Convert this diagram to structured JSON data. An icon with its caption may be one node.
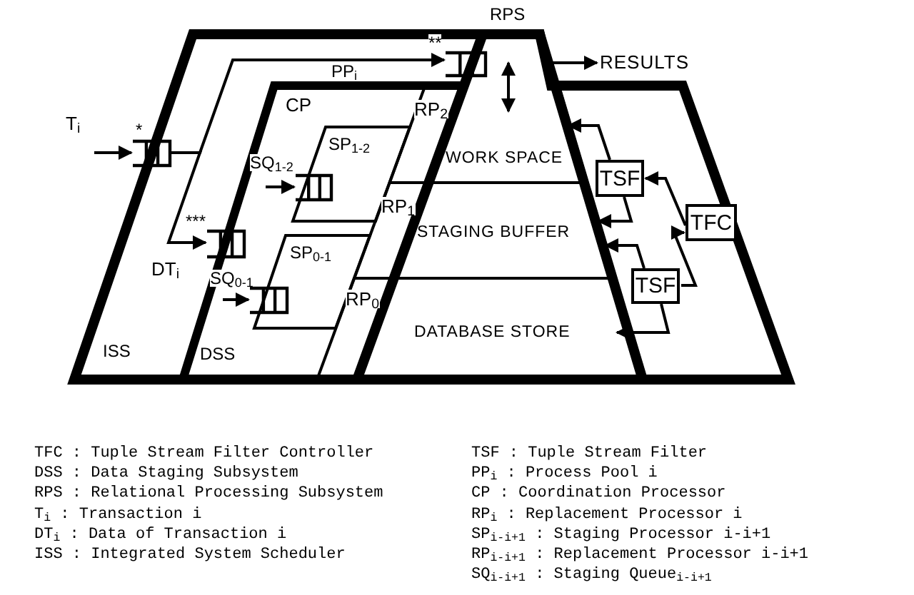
{
  "diagram": {
    "nodes": [
      {
        "text": [
          "ISS"
        ]
      },
      {
        "text": [
          "DSS"
        ],
        "in": 0
      },
      {
        "text": [
          "SP$_{1-2}$"
        ],
        "in": 1
      },
      {
        "text": [
          "SP$_{0-1}$"
        ],
        "in": 1
      },
      {
        "text": [
          "RPS"
        ],
        "in": 0
      },
      {
        "text": [
          "WORK SPACE"
        ],
        "in": 4
      },
      {
        "text": [
          "STAGING BUFFER"
        ],
        "in": 4
      },
      {
        "text": [
          "DATABASE STORE"
        ],
        "in": 4
      },
      {
        "text": [],
        "shape": "box",
        "in": 0
      },
      {
        "text": [
          "TSF"
        ],
        "in": 8
      },
      {
        "text": [
          "TFC"
        ],
        "in": 8
      },
      {
        "text": [
          "TSF"
        ],
        "in": 8
      },
      {
        "text": [
          "RESULTS"
        ]
      },
      {
        "text": [],
        "shape": "queue",
        "in": 0,
        "beside": [
          "*"
        ]
      },
      {
        "text": [],
        "shape": "queue",
        "in": 0,
        "beside": [
          "**"
        ]
      },
      {
        "text": [],
        "shape": "queue",
        "in": 1,
        "beside": [
          "***"
        ]
      },
      {
        "text": [],
        "shape": "queue",
        "in": 2,
        "beside": [
          "SQ$_{1-2}$"
        ]
      },
      {
        "text": [],
        "shape": "queue",
        "in": 1,
        "beside": [
          "SQ$_{0-1}$"
        ]
      }
    ],
    "edges": [
      {
        "from": null,
        "to": 13,
        "arrow": "to",
        "label": "T$_{i}$"
      },
      {
        "from": 13,
        "to": 14,
        "arrow": "to",
        "label": "PP$_{i}$"
      },
      {
        "from": 13,
        "to": 15,
        "arrow": "to",
        "label": "DT$_{i}$"
      },
      {
        "from": null,
        "to": 16,
        "arrow": "to"
      },
      {
        "from": null,
        "to": 17,
        "arrow": "to"
      },
      {
        "from": 4,
        "to": 5,
        "arrow": "both"
      },
      {
        "from": 4,
        "to": 12,
        "arrow": "to"
      },
      {
        "from": 9,
        "to": 5,
        "arrow": "to"
      },
      {
        "from": 9,
        "to": 6,
        "arrow": "to"
      },
      {
        "from": 11,
        "to": 6,
        "arrow": "to"
      },
      {
        "from": 11,
        "to": 7,
        "arrow": "to"
      },
      {
        "from": 10,
        "to": 9,
        "arrow": "to"
      },
      {
        "from": 11,
        "to": 10,
        "arrow": "to"
      }
    ],
    "labels": [
      "CP",
      "RP$_{2}$",
      "RP$_{1}$",
      "RP$_{0}$",
      "TFC : Tuple Stream Filter Controller",
      "DSS : Data Staging Subsystem",
      "RPS : Relational Processing Subsystem",
      "T$_{i}$ : Transaction i",
      "DT$_{i}$ : Data of Transaction i",
      "ISS : Integrated System Scheduler",
      "TSF : Tuple Stream Filter",
      "PP$_{i}$ : Process Pool i",
      "CP : Coordination Processor",
      "RP$_{i}$ : Replacement Processor i",
      "SP$_{i-i+1}$ : Staging Processor i-i+1",
      "RP$_{i-i+1}$ : Replacement Processor i-i+1",
      "SQ$_{i-i+1}$ : Staging Queue$_{i-i+1}$"
    ]
  }
}
